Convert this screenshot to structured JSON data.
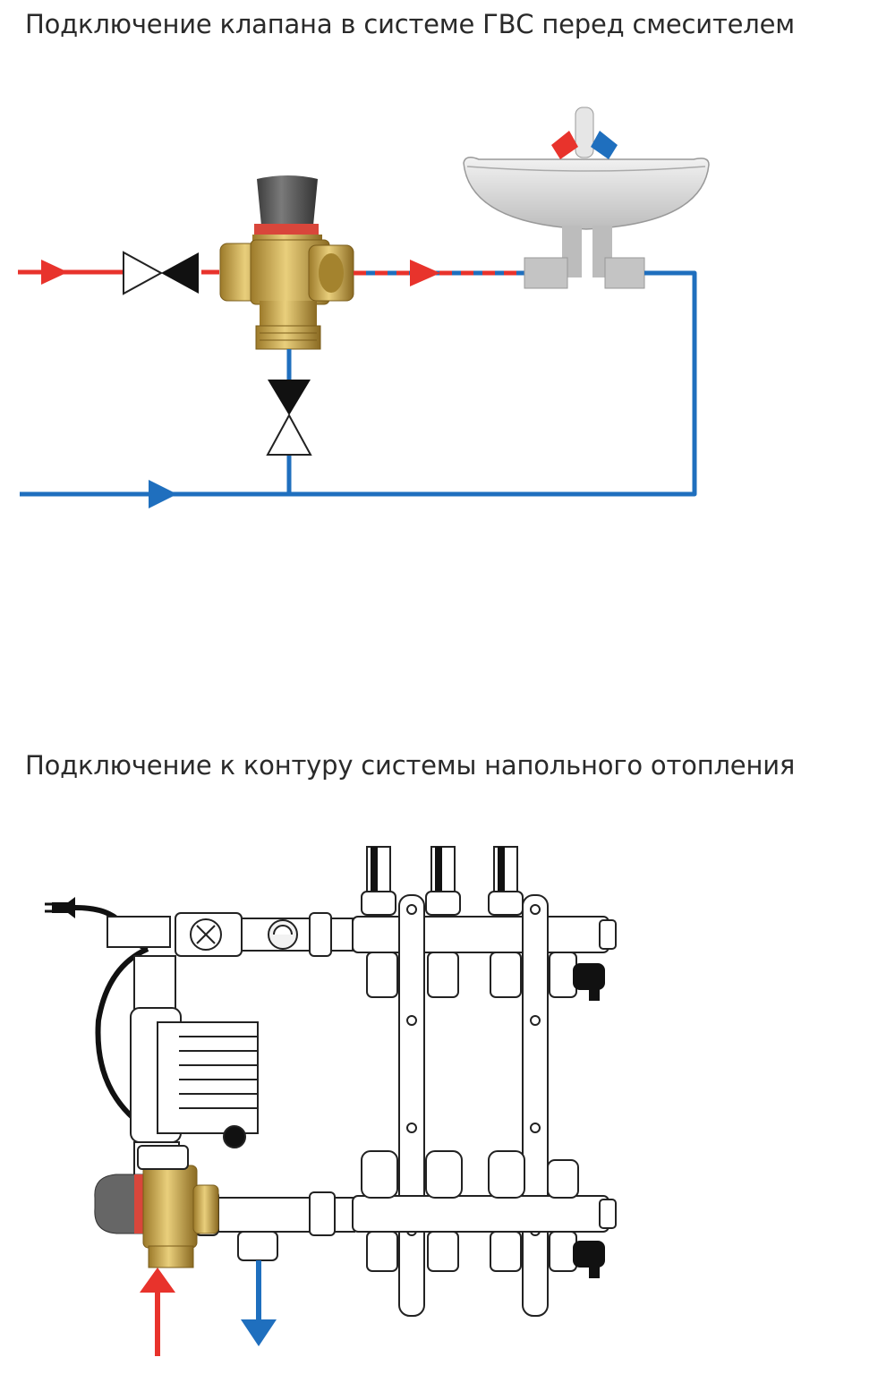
{
  "diagram_1": {
    "title": "Подключение клапана в системе ГВС перед смесителем",
    "colors": {
      "hot": "#e8332c",
      "cold": "#1f6fbe",
      "brass": "#c9a347",
      "cap": "#555555",
      "sink": "#d8d8d8"
    },
    "icons": [
      "thermostatic-mixing-valve",
      "check-valve",
      "washbasin",
      "faucet"
    ]
  },
  "diagram_2": {
    "title": "Подключение к контуру системы напольного отопления",
    "colors": {
      "hot": "#e8332c",
      "cold": "#1f6fbe",
      "brass": "#c9a347",
      "cap": "#555555"
    },
    "icons": [
      "thermostatic-mixing-valve",
      "circulation-pump",
      "manifold",
      "flow-meter",
      "power-plug"
    ]
  }
}
